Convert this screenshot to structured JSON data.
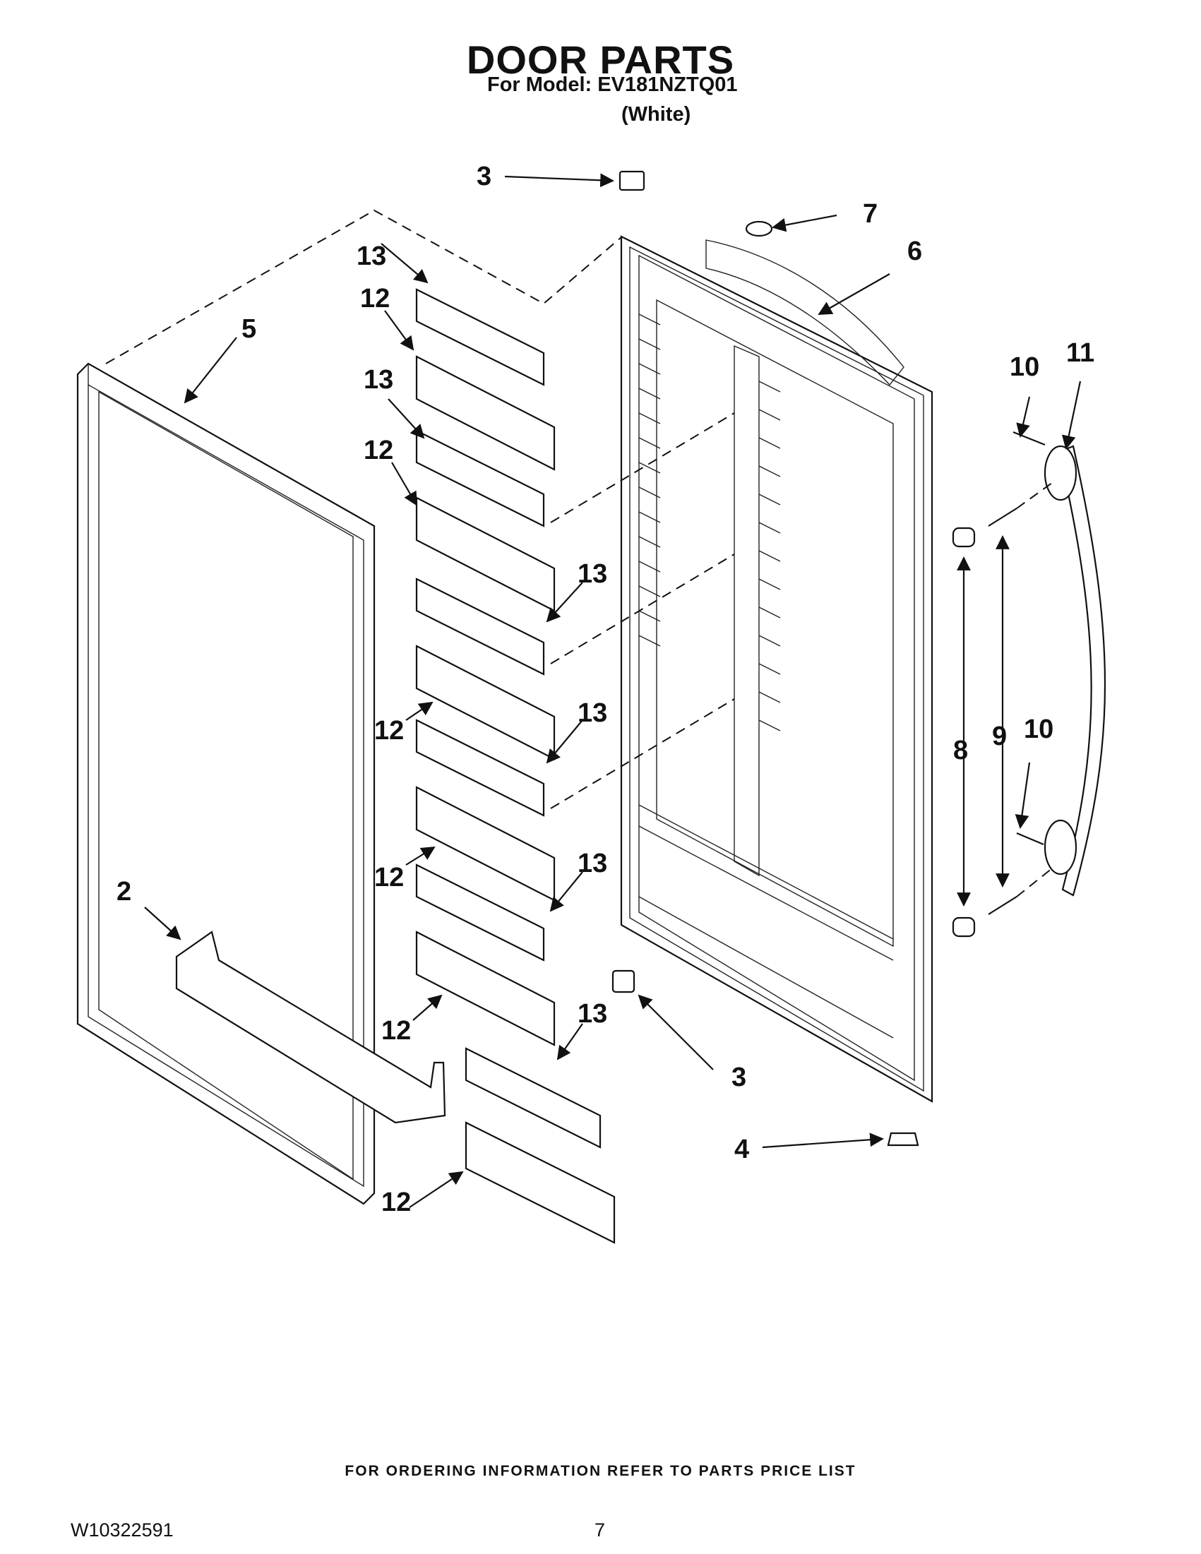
{
  "header": {
    "title": "DOOR PARTS",
    "model_line": "For Model: EV181NZTQ01",
    "variant": "(White)"
  },
  "callouts": {
    "c3_top": "3",
    "c7": "7",
    "c6": "6",
    "c13_a": "13",
    "c12_a": "12",
    "c5": "5",
    "c13_b": "13",
    "c12_b": "12",
    "c13_c": "13",
    "c12_c": "12",
    "c13_d": "13",
    "c12_d": "12",
    "c13_e": "13",
    "c12_e": "12",
    "c13_f": "13",
    "c12_f": "12",
    "c2": "2",
    "c3_bottom": "3",
    "c4": "4",
    "c10_top": "10",
    "c11": "11",
    "c8": "8",
    "c9": "9",
    "c10_bottom": "10"
  },
  "footer": {
    "ordering_note": "FOR ORDERING INFORMATION REFER TO PARTS PRICE LIST",
    "doc_id": "W10322591",
    "page_number": "7"
  }
}
